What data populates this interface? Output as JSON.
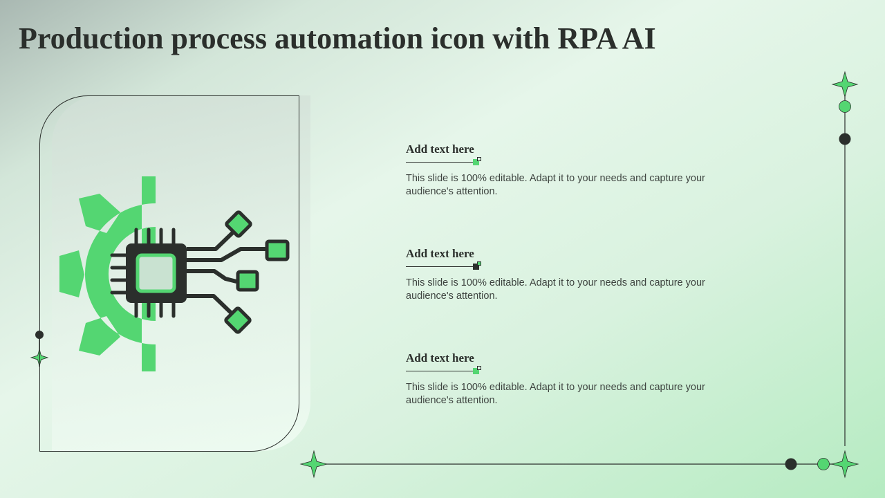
{
  "title": "Production process automation icon with RPA AI",
  "colors": {
    "accent_green": "#54d672",
    "dark": "#2b2f2c"
  },
  "icon": "gear-chip-circuit-icon",
  "items": [
    {
      "heading": "Add text here",
      "body": "This slide is 100% editable. Adapt it to your needs and capture your audience's attention."
    },
    {
      "heading": "Add text here",
      "body": "This slide is 100% editable. Adapt it to your needs and capture your audience's attention."
    },
    {
      "heading": "Add text here",
      "body": "This slide is 100% editable. Adapt it to your needs and capture your audience's attention."
    }
  ]
}
